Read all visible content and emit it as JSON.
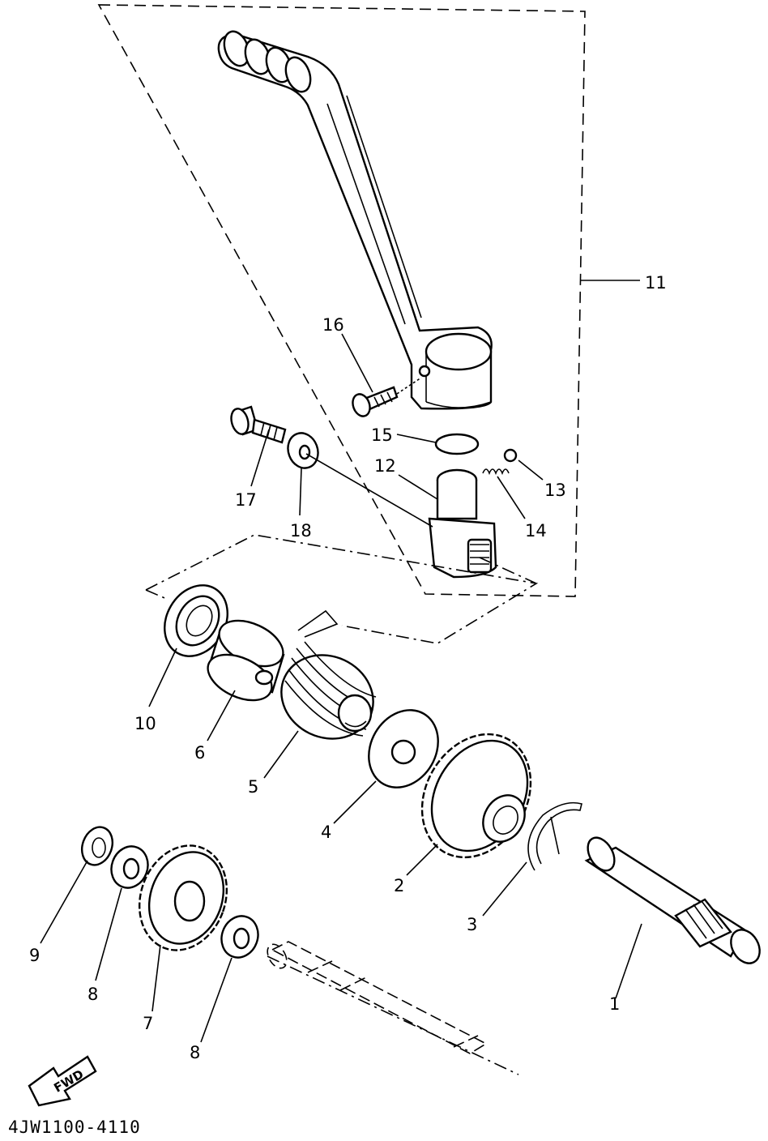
{
  "diagram": {
    "drawing_code": "4JW1100-4110",
    "direction_badge": "FWD",
    "callouts": [
      {
        "id": "c1",
        "text": "1"
      },
      {
        "id": "c2",
        "text": "2"
      },
      {
        "id": "c3",
        "text": "3"
      },
      {
        "id": "c4",
        "text": "4"
      },
      {
        "id": "c5",
        "text": "5"
      },
      {
        "id": "c6",
        "text": "6"
      },
      {
        "id": "c7",
        "text": "7"
      },
      {
        "id": "c8a",
        "text": "8"
      },
      {
        "id": "c8b",
        "text": "8"
      },
      {
        "id": "c9",
        "text": "9"
      },
      {
        "id": "c10",
        "text": "10"
      },
      {
        "id": "c11",
        "text": "11"
      },
      {
        "id": "c12",
        "text": "12"
      },
      {
        "id": "c13",
        "text": "13"
      },
      {
        "id": "c14",
        "text": "14"
      },
      {
        "id": "c15",
        "text": "15"
      },
      {
        "id": "c16",
        "text": "16"
      },
      {
        "id": "c17",
        "text": "17"
      },
      {
        "id": "c18",
        "text": "18"
      }
    ]
  }
}
